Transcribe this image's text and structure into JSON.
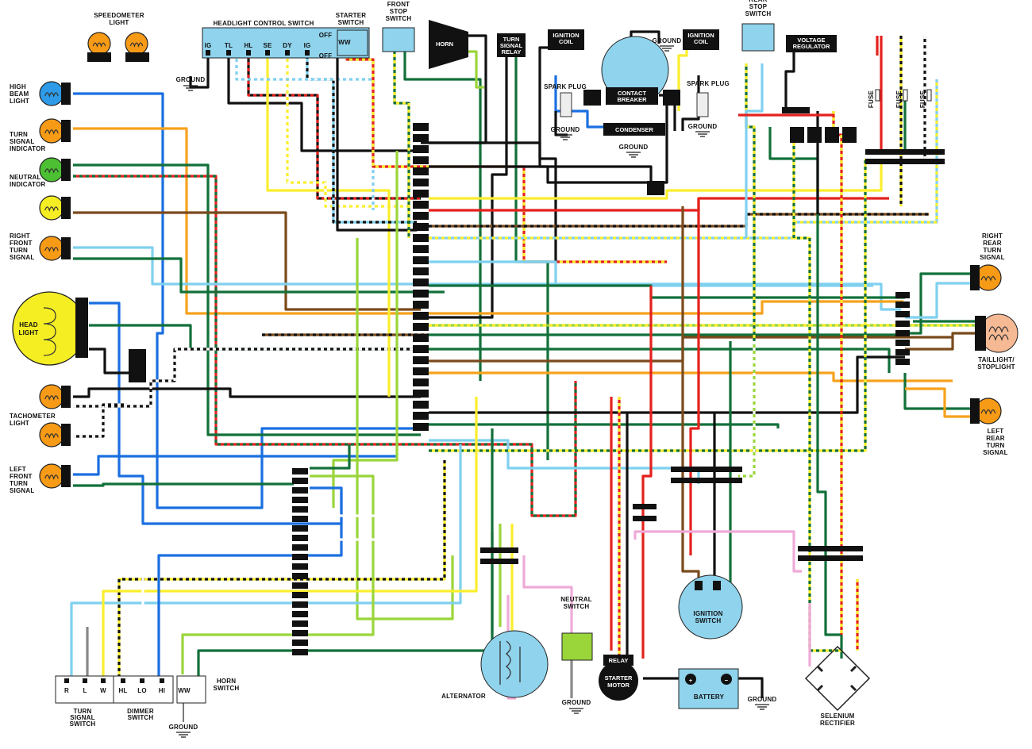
{
  "colors": {
    "black": "#111111",
    "blue": "#1a6fe0",
    "light_blue": "#7fd0ef",
    "orange": "#f6a21d",
    "green": "#12703a",
    "light_green": "#9ad53a",
    "yellow": "#fbee2d",
    "brown": "#7a4a1c",
    "red": "#e4211d",
    "pink": "#efaad8",
    "white": "#ffffff",
    "gray": "#888888",
    "component_blue": "#8fd3ec",
    "lamp_orange": "#f79a16",
    "lamp_yellow": "#f4ee23",
    "lamp_green": "#4cbf32",
    "lamp_blue": "#2e9be8",
    "lamp_taillight": "#f5b994"
  },
  "labels": {
    "speedometer_light": [
      "SPEEDOMETER",
      "LIGHT"
    ],
    "high_beam_light": [
      "HIGH",
      "BEAM",
      "LIGHT"
    ],
    "turn_signal_indicator": [
      "TURN",
      "SIGNAL",
      "INDICATOR"
    ],
    "neutral_indicator": [
      "NEUTRAL",
      "INDICATOR"
    ],
    "right_front_turn_signal": [
      "RIGHT",
      "FRONT",
      "TURN",
      "SIGNAL"
    ],
    "head_light": [
      "HEAD",
      "LIGHT"
    ],
    "tachometer_light": [
      "TACHOMETER",
      "LIGHT"
    ],
    "left_front_turn_signal": [
      "LEFT",
      "FRONT",
      "TURN",
      "SIGNAL"
    ],
    "headlight_control_switch": "HEADLIGHT CONTROL SWITCH",
    "headlight_switch_terminals": [
      "IG",
      "TL",
      "HL",
      "SE",
      "DY",
      "IG"
    ],
    "starter_switch": [
      "STARTER",
      "SWITCH"
    ],
    "off_label": "OFF",
    "starter_ww": "WW",
    "front_stop_switch": [
      "FRONT",
      "STOP",
      "SWITCH"
    ],
    "horn": "HORN",
    "turn_signal_relay": [
      "TURN",
      "SIGNAL",
      "RELAY"
    ],
    "ignition_coil": [
      "IGNITION",
      "COIL"
    ],
    "spark_plug": "SPARK PLUG",
    "contact_breaker": [
      "CONTACT",
      "BREAKER"
    ],
    "condenser": "CONDENSER",
    "rear_stop_switch": [
      "REAR",
      "STOP",
      "SWITCH"
    ],
    "voltage_regulator": [
      "VOLTAGE",
      "REGULATOR"
    ],
    "fuse": "FUSE",
    "ground": "GROUND",
    "right_rear_turn_signal": [
      "RIGHT",
      "REAR",
      "TURN",
      "SIGNAL"
    ],
    "taillight_stoplight": [
      "TAILLIGHT/",
      "STOPLIGHT"
    ],
    "left_rear_turn_signal": [
      "LEFT",
      "REAR",
      "TURN",
      "SIGNAL"
    ],
    "ignition_switch": [
      "IGNITION",
      "SWITCH"
    ],
    "neutral_switch": [
      "NEUTRAL",
      "SWITCH"
    ],
    "alternator": "ALTERNATOR",
    "relay": "RELAY",
    "starter_motor": [
      "STARTER",
      "MOTOR"
    ],
    "battery": "BATTERY",
    "battery_plus": "+",
    "battery_minus": "−",
    "selenium_rectifier": [
      "SELENIUM",
      "RECTIFIER"
    ],
    "turn_signal_switch_terminals": [
      "R",
      "L",
      "W",
      "HL",
      "LO",
      "HI"
    ],
    "turn_signal_switch": [
      "TURN",
      "SIGNAL",
      "SWITCH"
    ],
    "dimmer_switch": [
      "DIMMER",
      "SWITCH"
    ],
    "horn_switch": [
      "HORN",
      "SWITCH"
    ],
    "horn_ww": "WW"
  }
}
